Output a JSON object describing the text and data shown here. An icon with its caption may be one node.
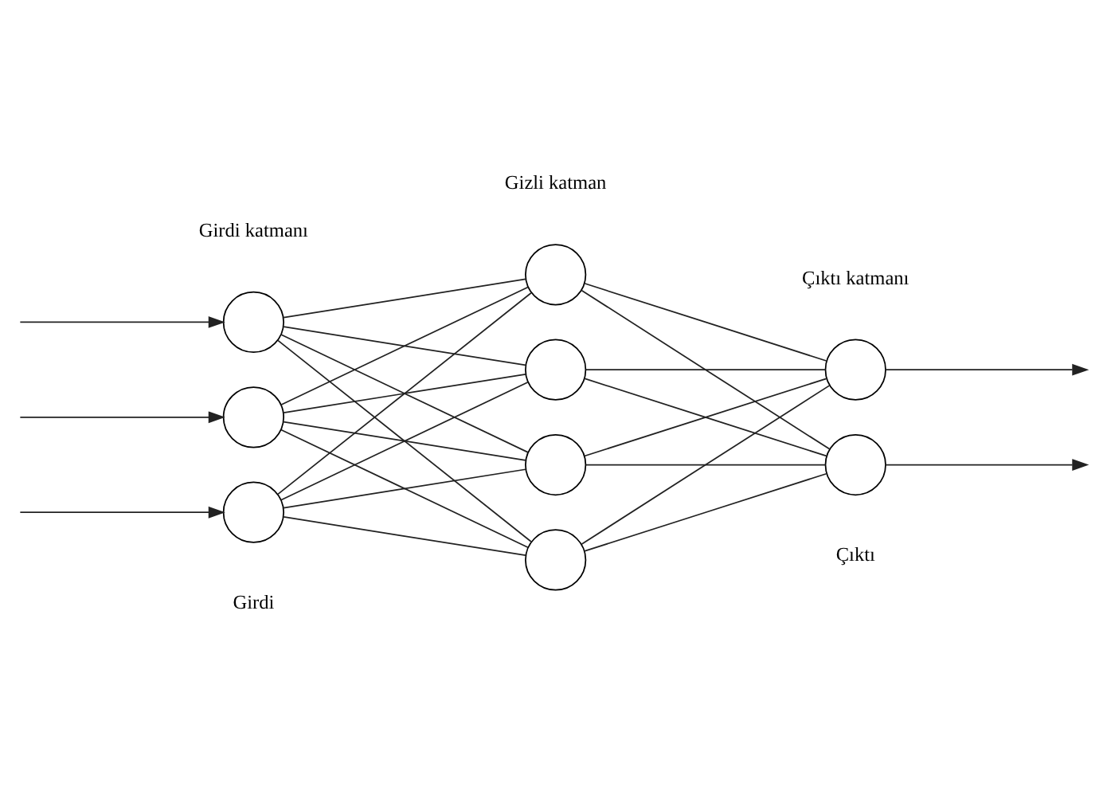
{
  "diagram": {
    "nodes": [
      {
        "text": [],
        "shape": "circle"
      },
      {
        "text": [],
        "shape": "circle"
      },
      {
        "text": [],
        "shape": "circle"
      },
      {
        "text": [],
        "shape": "circle"
      },
      {
        "text": [],
        "shape": "circle"
      },
      {
        "text": [],
        "shape": "circle"
      },
      {
        "text": [],
        "shape": "circle"
      },
      {
        "text": [],
        "shape": "circle"
      },
      {
        "text": [],
        "shape": "circle"
      }
    ],
    "edges": [
      {
        "from": null,
        "to": 0,
        "arrow": "to"
      },
      {
        "from": null,
        "to": 1,
        "arrow": "to"
      },
      {
        "from": null,
        "to": 2,
        "arrow": "to"
      },
      {
        "from": 0,
        "to": 3,
        "arrow": "none"
      },
      {
        "from": 0,
        "to": 4,
        "arrow": "none"
      },
      {
        "from": 0,
        "to": 5,
        "arrow": "none"
      },
      {
        "from": 0,
        "to": 6,
        "arrow": "none"
      },
      {
        "from": 1,
        "to": 3,
        "arrow": "none"
      },
      {
        "from": 1,
        "to": 4,
        "arrow": "none"
      },
      {
        "from": 1,
        "to": 5,
        "arrow": "none"
      },
      {
        "from": 1,
        "to": 6,
        "arrow": "none"
      },
      {
        "from": 2,
        "to": 3,
        "arrow": "none"
      },
      {
        "from": 2,
        "to": 4,
        "arrow": "none"
      },
      {
        "from": 2,
        "to": 5,
        "arrow": "none"
      },
      {
        "from": 2,
        "to": 6,
        "arrow": "none"
      },
      {
        "from": 3,
        "to": 7,
        "arrow": "none"
      },
      {
        "from": 3,
        "to": 8,
        "arrow": "none"
      },
      {
        "from": 4,
        "to": 7,
        "arrow": "none"
      },
      {
        "from": 4,
        "to": 8,
        "arrow": "none"
      },
      {
        "from": 5,
        "to": 7,
        "arrow": "none"
      },
      {
        "from": 5,
        "to": 8,
        "arrow": "none"
      },
      {
        "from": 6,
        "to": 7,
        "arrow": "none"
      },
      {
        "from": 6,
        "to": 8,
        "arrow": "none"
      },
      {
        "from": 7,
        "to": null,
        "arrow": "to"
      },
      {
        "from": 8,
        "to": null,
        "arrow": "to"
      }
    ],
    "labels": [
      "Girdi katmanı",
      "Gizli katman",
      "Çıktı katmanı",
      "Çıktı",
      "Girdi"
    ]
  }
}
